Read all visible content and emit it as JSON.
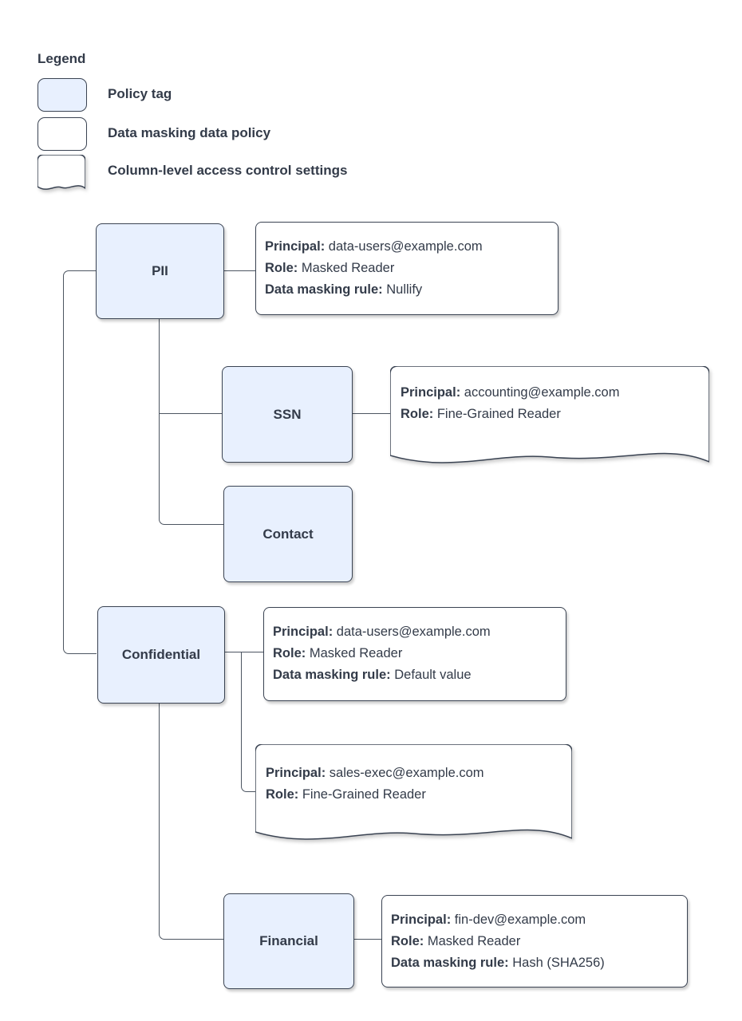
{
  "colors": {
    "tag_fill": "#e8f0fe",
    "shape_border": "#3a4352",
    "text": "#333b49",
    "connector": "#4c5561",
    "background": "#ffffff"
  },
  "legend": {
    "title": "Legend",
    "items": [
      {
        "shape": "policy-tag",
        "label": "Policy tag"
      },
      {
        "shape": "data-masking-policy",
        "label": "Data masking data policy"
      },
      {
        "shape": "column-access-settings",
        "label": "Column-level access control settings"
      }
    ]
  },
  "tags": {
    "pii": "PII",
    "ssn": "SSN",
    "contact": "Contact",
    "confidential": "Confidential",
    "financial": "Financial"
  },
  "policies": {
    "pii": {
      "rows": [
        [
          "Principal:",
          "data-users@example.com"
        ],
        [
          "Role:",
          "Masked Reader"
        ],
        [
          "Data masking rule:",
          "Nullify"
        ]
      ]
    },
    "ssn": {
      "rows": [
        [
          "Principal:",
          "accounting@example.com"
        ],
        [
          "Role:",
          "Fine-Grained Reader"
        ]
      ]
    },
    "confidential": {
      "rows": [
        [
          "Principal:",
          "data-users@example.com"
        ],
        [
          "Role:",
          "Masked Reader"
        ],
        [
          "Data masking rule:",
          "Default value"
        ]
      ]
    },
    "sales": {
      "rows": [
        [
          "Principal:",
          "sales-exec@example.com"
        ],
        [
          "Role:",
          "Fine-Grained Reader"
        ]
      ]
    },
    "financial": {
      "rows": [
        [
          "Principal:",
          "fin-dev@example.com"
        ],
        [
          "Role:",
          "Masked Reader"
        ],
        [
          "Data masking rule:",
          "Hash (SHA256)"
        ]
      ]
    }
  }
}
